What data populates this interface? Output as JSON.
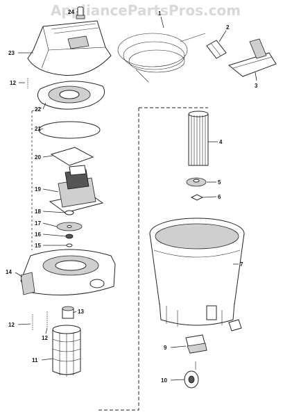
{
  "watermark": "AppliancePartsPros.com",
  "callouts": {
    "c1": "1",
    "c2": "2",
    "c3": "3",
    "c4": "4",
    "c5": "5",
    "c6": "6",
    "c7": "7",
    "c9": "9",
    "c10": "10",
    "c11": "11",
    "c12a": "12",
    "c12b": "12",
    "c12c": "12",
    "c13": "13",
    "c14": "14",
    "c15": "15",
    "c16": "16",
    "c17": "17",
    "c18": "18",
    "c19": "19",
    "c20": "20",
    "c21": "21",
    "c22": "22",
    "c23": "23",
    "c24": "24"
  }
}
